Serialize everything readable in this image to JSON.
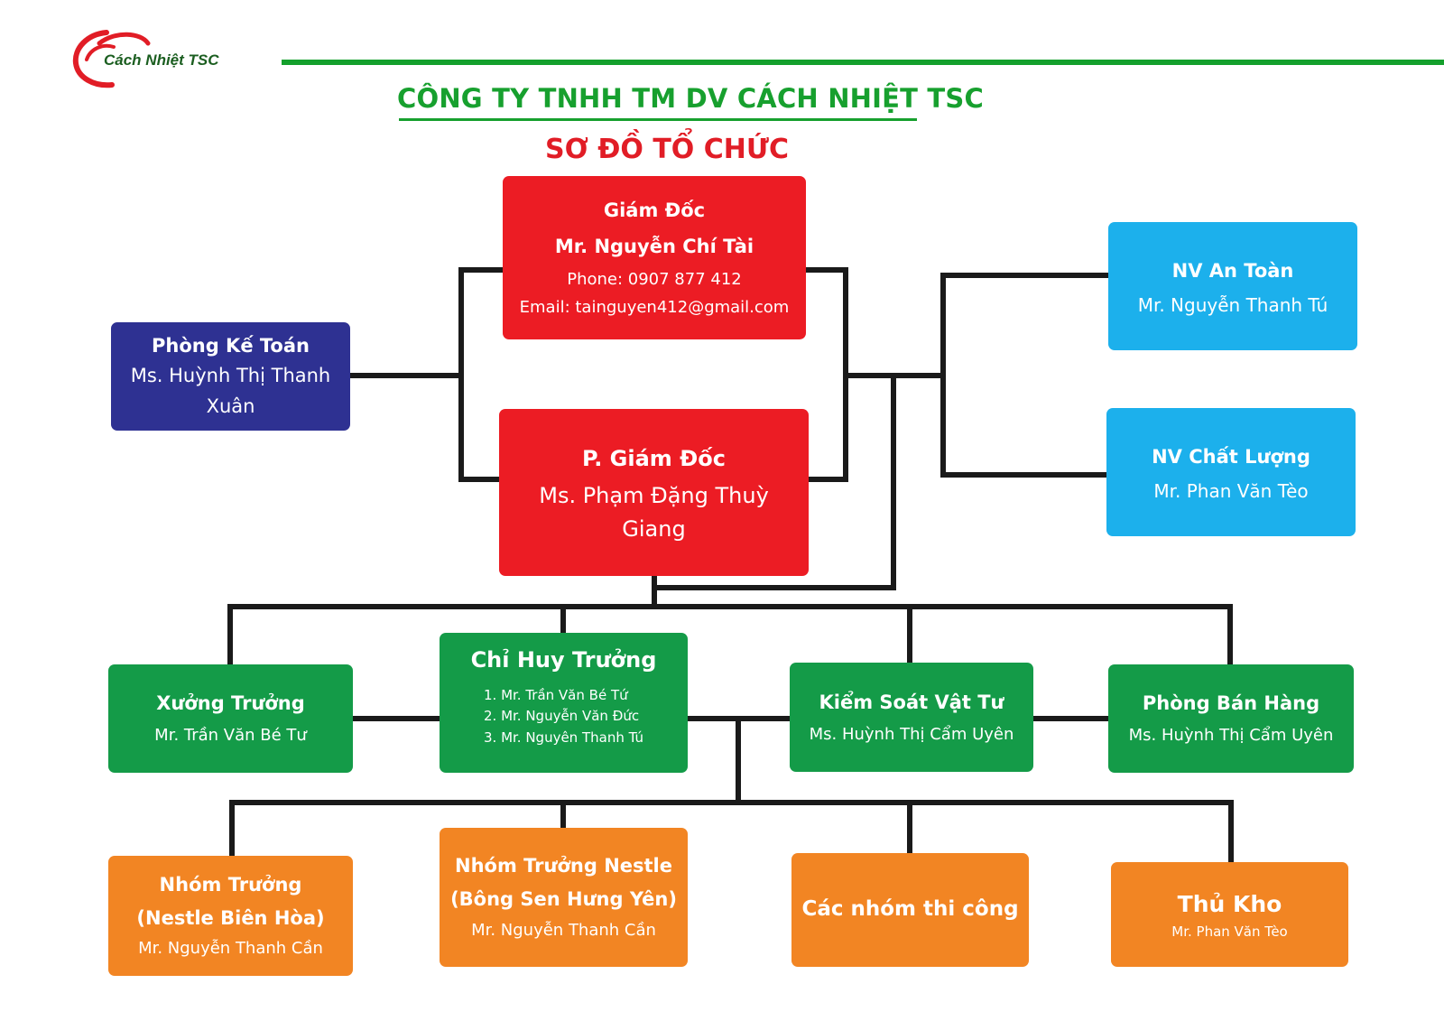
{
  "brand": {
    "logo_text": "Cách Nhiệt TSC",
    "accent_green": "#14a02c",
    "accent_red": "#e11d26"
  },
  "header": {
    "company": "CÔNG TY TNHH TM DV CÁCH NHIỆT TSC",
    "title": "SƠ ĐỒ TỔ CHỨC"
  },
  "nodes": {
    "director": {
      "role": "Giám Đốc",
      "name": "Mr. Nguyễn Chí Tài",
      "phone": "Phone: 0907 877 412",
      "email": "Email: tainguyen412@gmail.com"
    },
    "deputy": {
      "role": "P. Giám Đốc",
      "name": "Ms. Phạm Đặng Thuỳ Giang"
    },
    "accounting": {
      "role": "Phòng Kế Toán",
      "name": "Ms. Huỳnh Thị Thanh Xuân"
    },
    "safety": {
      "role": "NV An Toàn",
      "name": "Mr. Nguyễn Thanh Tú"
    },
    "quality": {
      "role": "NV Chất Lượng",
      "name": "Mr. Phan Văn Tèo"
    },
    "workshop": {
      "role": "Xưởng Trưởng",
      "name": "Mr. Trần Văn Bé Tư"
    },
    "commander": {
      "role": "Chỉ Huy Trưởng",
      "members": [
        "1. Mr. Trần Văn Bé Tứ",
        "2. Mr. Nguyễn Văn Đức",
        "3. Mr. Nguyên Thanh Tú"
      ]
    },
    "materials": {
      "role": "Kiểm Soát Vật Tư",
      "name": "Ms. Huỳnh Thị Cẩm Uyên"
    },
    "sales": {
      "role": "Phòng Bán Hàng",
      "name": "Ms. Huỳnh Thị Cẩm Uyên"
    },
    "team_lead_bh": {
      "role": "Nhóm Trưởng",
      "role2": "(Nestle Biên Hòa)",
      "name": "Mr. Nguyễn Thanh Cần"
    },
    "team_lead_hy": {
      "role": "Nhóm Trưởng Nestle",
      "role2": "(Bông Sen Hưng Yên)",
      "name": "Mr. Nguyễn Thanh Cần"
    },
    "crews": {
      "role": "Các nhóm thi công"
    },
    "storekeeper": {
      "role": "Thủ Kho",
      "name": "Mr. Phan Văn Tèo"
    }
  }
}
